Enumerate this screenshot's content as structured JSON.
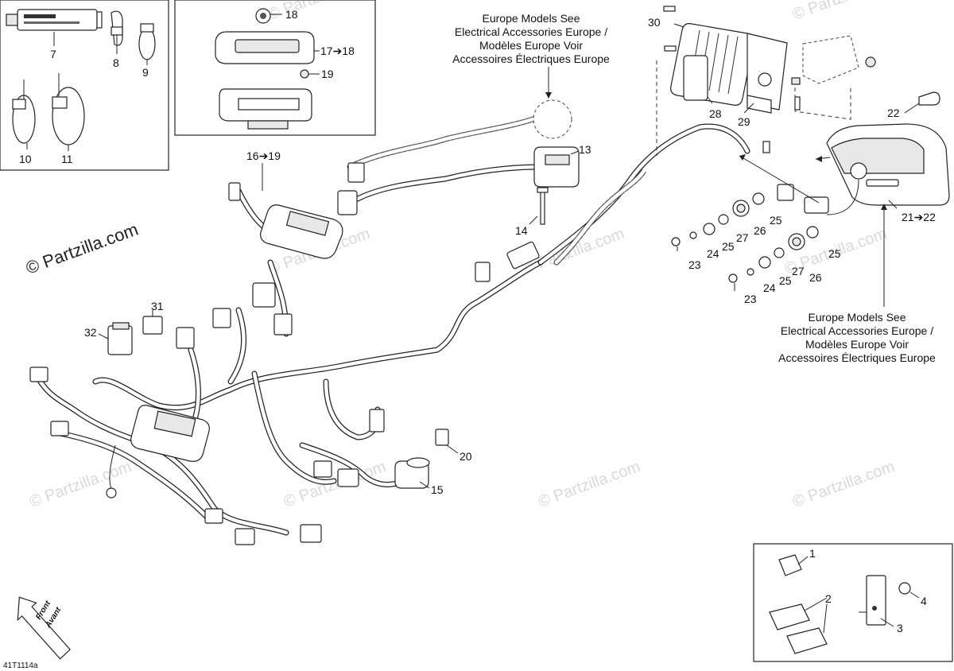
{
  "diagram": {
    "watermark_main": "© Partzilla.com",
    "watermark_faint": "© Partzilla.com",
    "drawing_code": "41T1114a",
    "front_arrow": {
      "line1": "Front",
      "line2": "Avant"
    },
    "notes": {
      "top": [
        "Europe Models See",
        "Electrical Accessories Europe /",
        "Modèles Europe Voir",
        "Accessoires Électriques Europe"
      ],
      "right": [
        "Europe Models See",
        "Electrical Accessories Europe /",
        "Modèles Europe Voir",
        "Accessoires Électriques Europe"
      ]
    },
    "callouts": {
      "c1": "1",
      "c2": "2",
      "c3": "3",
      "c4": "4",
      "c7": "7",
      "c8": "8",
      "c9": "9",
      "c10": "10",
      "c11": "11",
      "c13": "13",
      "c14": "14",
      "c15": "15",
      "c16": "16➔19",
      "c17": "17➔18",
      "c18": "18",
      "c19": "19",
      "c20": "20",
      "c21": "21➔22",
      "c22": "22",
      "c23a": "23",
      "c23b": "23",
      "c24a": "24",
      "c24b": "24",
      "c25a": "25",
      "c25b": "25",
      "c25c": "25",
      "c25d": "25",
      "c26a": "26",
      "c26b": "26",
      "c27a": "27",
      "c27b": "27",
      "c28": "28",
      "c29": "29",
      "c30": "30",
      "c31": "31",
      "c32": "32"
    }
  }
}
